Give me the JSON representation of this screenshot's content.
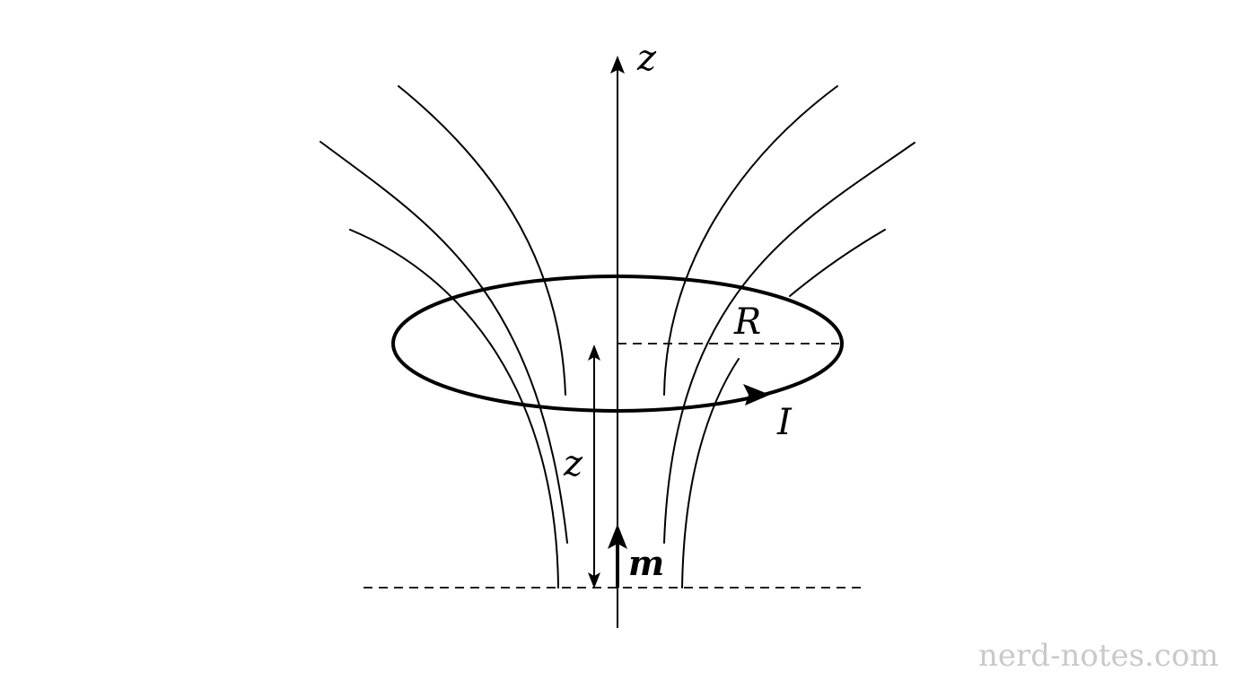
{
  "labels": {
    "axis": "z",
    "radius": "R",
    "current": "I",
    "distance": "z",
    "moment": "m"
  },
  "watermark": "nerd-notes.com",
  "colors": {
    "ink": "#000000",
    "background": "#ffffff",
    "watermark": "#c9c9c9"
  }
}
